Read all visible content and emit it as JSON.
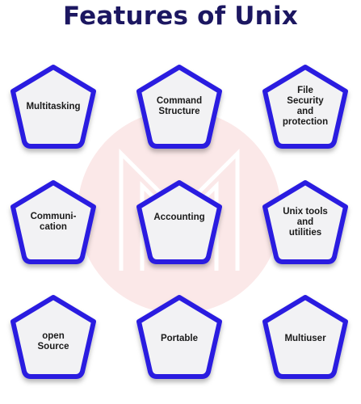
{
  "title": "Features of Unix",
  "colors": {
    "title": "#1c1761",
    "outline": "#2a1ee0",
    "fill": "#f2f2f4",
    "text": "#1a1a1a",
    "watermark": "#fbe7e7"
  },
  "features": [
    {
      "label": "Multitasking"
    },
    {
      "label": "Command\nStructure"
    },
    {
      "label": "File\nSecurity\nand\nprotection"
    },
    {
      "label": "Communi-\ncation"
    },
    {
      "label": "Accounting"
    },
    {
      "label": "Unix tools\nand\nutilities"
    },
    {
      "label": "open\nSource"
    },
    {
      "label": "Portable"
    },
    {
      "label": "Multiuser"
    }
  ]
}
